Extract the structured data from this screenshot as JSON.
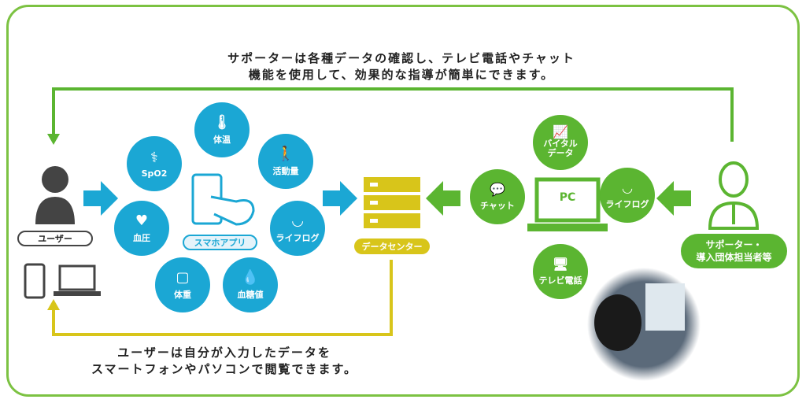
{
  "top_message": {
    "line1": "サポーターは各種データの確認し、テレビ電話やチャット",
    "line2": "機能を使用して、効果的な指導が簡単にできます。"
  },
  "bottom_message": {
    "line1": "ユーザーは自分が入力したデータを",
    "line2": "スマートフォンやパソコンで閲覧できます。"
  },
  "user": {
    "label": "ユーザー"
  },
  "app": {
    "label": "スマホアプリ",
    "items": [
      "体温",
      "SpO2",
      "活動量",
      "血圧",
      "ライフログ",
      "体重",
      "血糖値"
    ]
  },
  "data_center": {
    "label": "データセンター"
  },
  "pc": {
    "label": "PC",
    "features": {
      "vital": "バイタル\nデータ",
      "chat": "チャット",
      "lifelog": "ライフログ",
      "tv": "テレビ電話"
    }
  },
  "supporter": {
    "label_line1": "サポーター・",
    "label_line2": "導入団体担当者等"
  },
  "colors": {
    "blue": "#1ba7d4",
    "green": "#5bb531",
    "yellow": "#d8c51a",
    "frame": "#7cc242"
  }
}
